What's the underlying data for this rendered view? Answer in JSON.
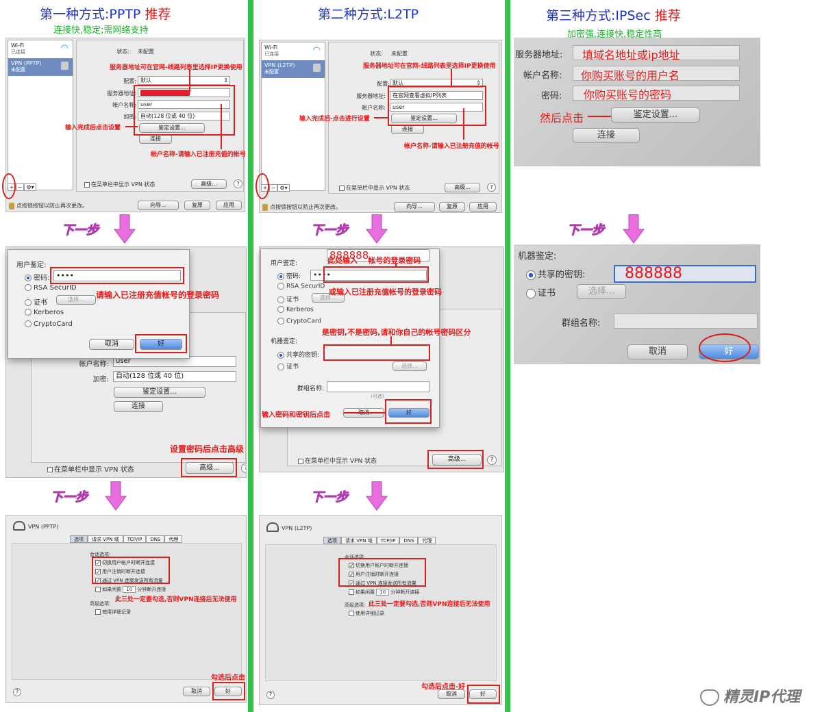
{
  "col1": {
    "title_prefix": "第一种方式:PPTP",
    "title_tag": "推荐",
    "subtitle": "连接快,稳定;需网络支持",
    "sidebar": [
      {
        "name": "Wi-Fi",
        "status": "已连接"
      },
      {
        "name": "VPN (PPTP)",
        "status": "未配置"
      }
    ],
    "status_label": "状态:",
    "status_value": "未配置",
    "config_label": "配置:",
    "config_value": "默认",
    "server_label": "服务器地址:",
    "account_label": "帐户名称:",
    "account_value": "user",
    "encrypt_label": "加密:",
    "encrypt_value": "自动(128 位或 40 位)",
    "auth_btn": "鉴定设置...",
    "connect_btn": "连接",
    "show_vpn": "在菜单栏中显示 VPN 状态",
    "advanced_btn": "高级...",
    "lock_text": "点按锁按钮以防止再次更改。",
    "wizard_btn": "向导...",
    "revert_btn": "复原",
    "apply_btn": "应用",
    "anno_server": "服务器地址可在官网-线路列表里选择IP更换使用",
    "anno_auth": "输入完成后点击设置",
    "anno_account": "帐户名称-请输入已注册充值的帐号",
    "next": "下一步",
    "dlg_title": "用户鉴定:",
    "dlg_options": [
      "密码:",
      "RSA SecurID",
      "证书",
      "Kerberos",
      "CryptoCard"
    ],
    "dlg_password": "••••",
    "dlg_select": "选择...",
    "dlg_cancel": "取消",
    "dlg_ok": "好",
    "anno_password": "请输入已注册充值帐号的登录密码",
    "anno_advanced": "设置密码后点击高级",
    "s2_account_label": "帐户名称:",
    "s2_account_value": "user",
    "s2_encrypt_label": "加密:",
    "s2_encrypt_value": "自动(128 位或 40 位)",
    "s2_auth_btn": "鉴定设置...",
    "s2_connect_btn": "连接",
    "s2_show_vpn": "在菜单栏中显示 VPN 状态",
    "s2_advanced_btn": "高级...",
    "adv_title": "VPN (PPTP)",
    "adv_tabs": [
      "选项",
      "请求 VPN 域",
      "TCP/IP",
      "DNS",
      "代理"
    ],
    "session_label": "会话选项:",
    "session_opts": [
      "切换用户帐户时断开连接",
      "用户注销时断开连接",
      "通过 VPN 连接发送所有流量"
    ],
    "idle_prefix": "如果闲置",
    "idle_value": "10",
    "idle_suffix": "分钟断开连接",
    "adv_label": "高级选项:",
    "verbose": "使用详细记录",
    "anno_check": "此三处一定要勾选,否则VPN连接后无法使用",
    "anno_ok": "勾选后点击",
    "adv_cancel": "取消",
    "adv_ok": "好"
  },
  "col2": {
    "title": "第二种方式:L2TP",
    "sidebar": [
      {
        "name": "Wi-Fi",
        "status": "已连接"
      },
      {
        "name": "VPN (L2TP)",
        "status": "未配置"
      }
    ],
    "status_label": "状态:",
    "status_value": "未配置",
    "config_label": "配置:",
    "config_value": "默认",
    "server_label": "服务器地址:",
    "server_value": "在官网查看虚拟IP列表",
    "account_label": "帐户名称:",
    "account_value": "user",
    "auth_btn": "鉴定设置...",
    "connect_btn": "连接",
    "show_vpn": "在菜单栏中显示 VPN 状态",
    "advanced_btn": "高级...",
    "lock_text": "点按锁按钮以防止再次更改。",
    "wizard_btn": "向导...",
    "revert_btn": "复原",
    "apply_btn": "应用",
    "anno_server": "服务器地址可在官网-线路列表里选择IP更换使用",
    "anno_auth": "输入完成后-点击进行设置",
    "anno_account": "帐户名称-请输入已注册充值的帐号",
    "next": "下一步",
    "dlg_title": "用户鉴定:",
    "dlg_options": [
      "密码:",
      "RSA SecurID",
      "证书",
      "Kerberos",
      "CryptoCard"
    ],
    "dlg_password": "••••",
    "dlg_select": "选择...",
    "machine_title": "机器鉴定:",
    "shared_key_label": "共享的密钥:",
    "shared_key_value": "888888",
    "cert_label": "证书",
    "cert_select": "选择...",
    "group_label": "群组名称:",
    "optional": "(可选)",
    "dlg_cancel": "取消",
    "dlg_ok": "好",
    "anno_here": "此处输入",
    "anno_login": "帐号的登录密码",
    "anno_or": "或输入已注册充值帐号的登录密码",
    "anno_key": "是密钥,不是密码,请和你自己的帐号密码区分",
    "anno_ok": "输入密码和密钥后点击",
    "s2_show_vpn": "在菜单栏中显示 VPN 状态",
    "s2_advanced_btn": "高级...",
    "adv_title": "VPN (L2TP)",
    "adv_tabs": [
      "选项",
      "请求 VPN 域",
      "TCP/IP",
      "DNS",
      "代理"
    ],
    "session_label": "会话选项:",
    "session_opts": [
      "切换用户帐户时断开连接",
      "用户注销时断开连接",
      "通过 VPN 连接发送所有流量"
    ],
    "idle_prefix": "如果闲置",
    "idle_value": "10",
    "idle_suffix": "分钟断开连接",
    "adv_label": "高级选项:",
    "verbose": "使用详细记录",
    "anno_check": "此三处一定要勾选,否则VPN连接后无法使用",
    "anno_ok2": "勾选后点击-好",
    "adv_cancel": "取消",
    "adv_ok": "好"
  },
  "col3": {
    "title_prefix": "第三种方式:IPSec",
    "title_tag": "推荐",
    "subtitle": "加密强,连接快,稳定性高",
    "server_label": "服务器地址:",
    "server_hint": "填域名地址或ip地址",
    "account_label": "帐户名称:",
    "account_hint": "你购买账号的用户名",
    "password_label": "密码:",
    "password_hint": "你购买账号的密码",
    "then_click": "然后点击",
    "auth_btn": "鉴定设置...",
    "connect_btn": "连接",
    "next": "下一步",
    "machine_title": "机器鉴定:",
    "shared_key_label": "共享的密钥:",
    "shared_key_value": "888888",
    "cert_label": "证书",
    "cert_select": "选择...",
    "group_label": "群组名称:",
    "cancel": "取消",
    "ok": "好"
  },
  "watermark": "精灵IP代理",
  "colors": {
    "red": "#d91e1e",
    "green": "#33c24a",
    "blue_title": "#1c33c8",
    "pink_next": "#f26ae0"
  }
}
